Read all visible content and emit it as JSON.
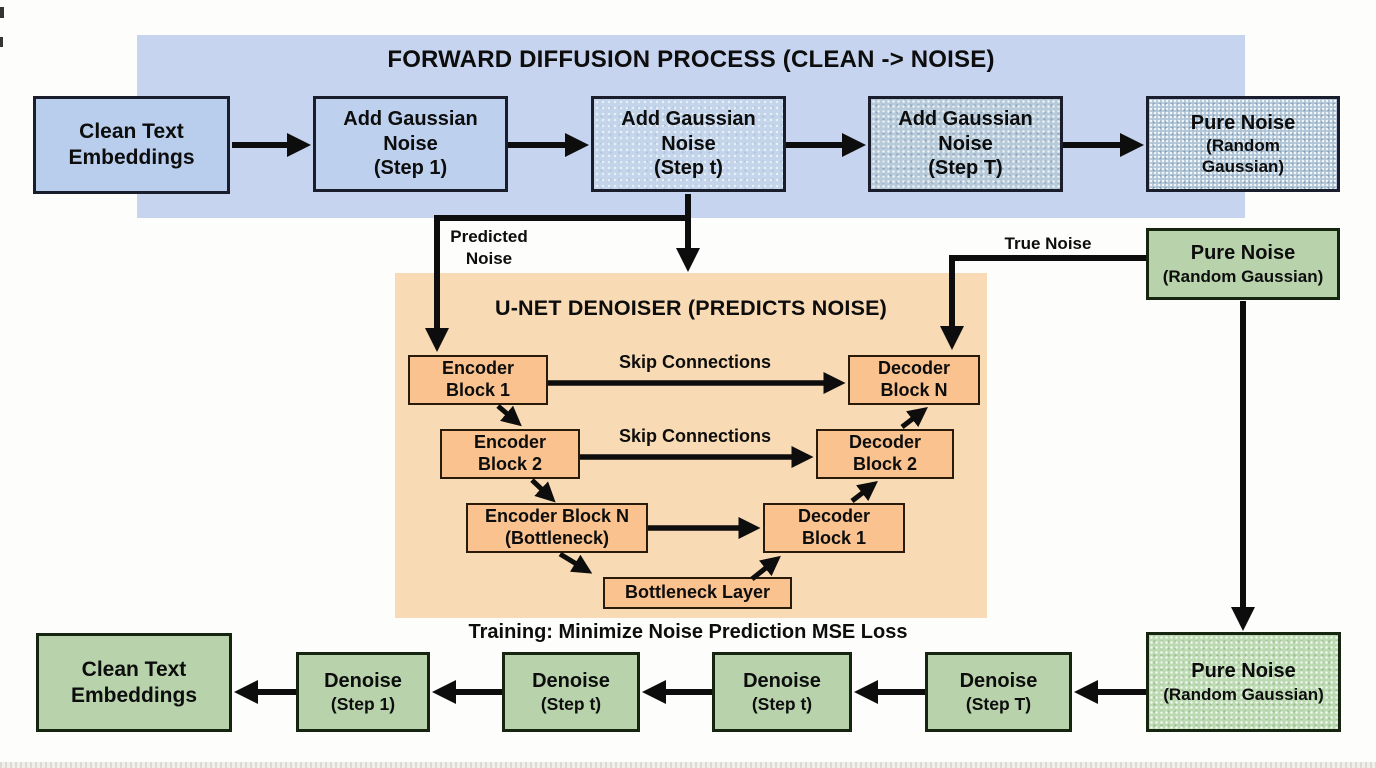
{
  "colors": {
    "background": "#fdfdfb",
    "forward_banner": "#c7d4f0",
    "unet_banner": "#f8dab4",
    "blue_box": "#bdd0ee",
    "noisy_blue_box": "#aec4d6",
    "orange_box": "#f9c28e",
    "green_box": "#b8d3ac",
    "arrow": "#0d0d0d",
    "text": "#0d0d0d"
  },
  "forward": {
    "title": "FORWARD DIFFUSION PROCESS (CLEAN -> NOISE)",
    "clean_text": "Clean Text\nEmbeddings",
    "step1": "Add Gaussian\nNoise\n(Step 1)",
    "step_t": "Add Gaussian\nNoise\n(Step t)",
    "step_T": "Add Gaussian\nNoise\n(Step T)",
    "pure_noise_title": "Pure Noise",
    "pure_noise_sub": "(Random Gaussian)"
  },
  "labels": {
    "predicted_noise": "Predicted\nNoise",
    "true_noise": "True Noise"
  },
  "true_noise_source": {
    "title": "Pure Noise",
    "subtitle": "(Random Gaussian)"
  },
  "unet": {
    "title": "U-NET DENOISER (PREDICTS NOISE)",
    "encoder1": "Encoder\nBlock 1",
    "encoder2": "Encoder\nBlock 2",
    "encoderN": "Encoder Block N\n(Bottleneck)",
    "bottleneck": "Bottleneck Layer",
    "decoder1": "Decoder\nBlock 1",
    "decoder2": "Decoder\nBlock 2",
    "decoderN": "Decoder\nBlock N",
    "skip1": "Skip Connections",
    "skip2": "Skip Connections"
  },
  "training": {
    "prefix": "Training:",
    "rest": " Minimize Noise Prediction MSE Loss"
  },
  "reverse": {
    "clean_text": "Clean Text\nEmbeddings",
    "denoise1": {
      "name": "Denoise",
      "step": "(Step 1)"
    },
    "denoise_t1": {
      "name": "Denoise",
      "step": "(Step t)"
    },
    "denoise_t2": {
      "name": "Denoise",
      "step": "(Step t)"
    },
    "denoise_T": {
      "name": "Denoise",
      "step": "(Step T)"
    },
    "pure_noise_title": "Pure Noise",
    "pure_noise_sub": "(Random Gaussian)"
  }
}
